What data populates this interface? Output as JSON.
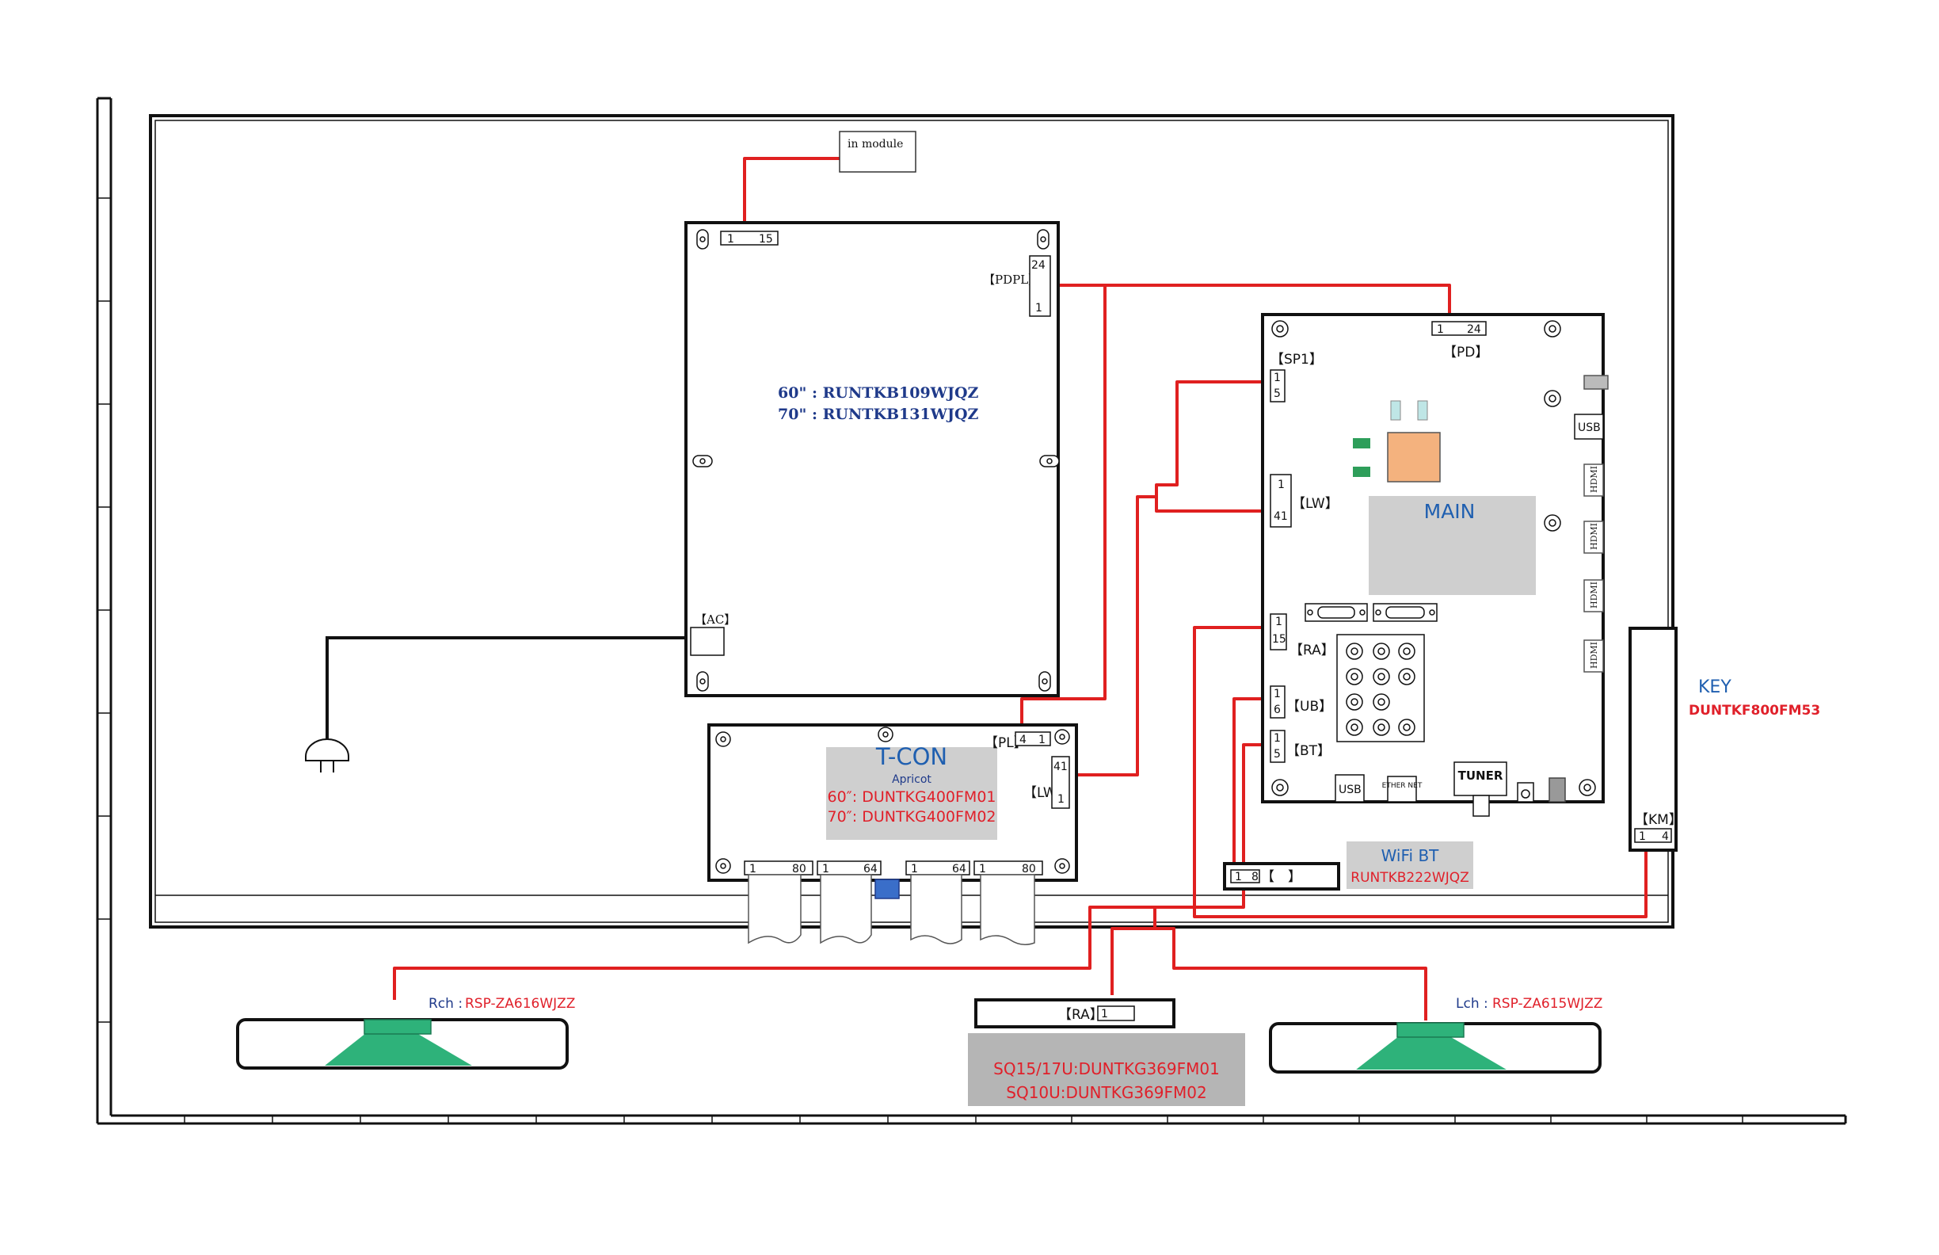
{
  "colors": {
    "wire": "#e02020",
    "black_wire": "#111111",
    "blue_text": "#1f3a8a",
    "red_text": "#e0202a",
    "gray_box": "#cfcfcf",
    "green": "#3cb371",
    "orange": "#f4b27e",
    "cyan": "#bfe6e6"
  },
  "in_module": {
    "label": "in module",
    "pins": [
      "1",
      "15"
    ]
  },
  "power_board": {
    "part_60": "60\" : RUNTKB109WJQZ",
    "part_70": "70\" : RUNTKB131WJQZ",
    "pdpl_label": "【PDPL】",
    "pdpl_pins": [
      "24",
      "1"
    ],
    "ac_label": "【AC】"
  },
  "tcon": {
    "title": "T-CON",
    "subtitle": "Apricot",
    "part_60": "60″: DUNTKG400FM01",
    "part_70": "70″: DUNTKG400FM02",
    "pl_label": "【PL】",
    "pl_pins": [
      "4",
      "1"
    ],
    "lw_label": "【LW】",
    "lw_pins": [
      "41",
      "1"
    ],
    "bottom_connectors": [
      {
        "pin_a": "1",
        "pin_b": "80"
      },
      {
        "pin_a": "1",
        "pin_b": "64"
      },
      {
        "pin_a": "1",
        "pin_b": "64"
      },
      {
        "pin_a": "1",
        "pin_b": "80"
      }
    ]
  },
  "main": {
    "title": "MAIN",
    "pd_label": "【PD】",
    "pd_pins": [
      "1",
      "24"
    ],
    "sp1_label": "【SP1】",
    "sp1_pins": [
      "1",
      "5"
    ],
    "lw_label": "【LW】",
    "lw_pins": [
      "1",
      "41"
    ],
    "ra_label": "【RA】",
    "ra_pins": [
      "1",
      "15"
    ],
    "ub_label": "【UB】",
    "ub_pins": [
      "1",
      "6"
    ],
    "bt_label": "【BT】",
    "bt_pins": [
      "1",
      "5"
    ],
    "usb_right": "USB",
    "hdmi": [
      "HDMI",
      "HDMI",
      "HDMI",
      "HDMI"
    ],
    "usb_bottom": "USB",
    "ethernet": "ETHER NET",
    "tuner": "TUNER"
  },
  "wifi": {
    "title": "WiFi  BT",
    "part": "RUNTKB222WJQZ",
    "conn_pins": [
      "1",
      "8"
    ],
    "conn_label": "【　】"
  },
  "key": {
    "title": "KEY",
    "part": "DUNTKF800FM53",
    "km_label": "【KM】",
    "km_pins": [
      "1",
      "4"
    ]
  },
  "rch": {
    "prefix": "Rch :",
    "part": "RSP-ZA616WJZZ"
  },
  "lch": {
    "prefix": "Lch :",
    "part": "RSP-ZA615WJZZ"
  },
  "ra_board": {
    "label": "【RA】",
    "pin": "1",
    "line1": "SQ15/17U:DUNTKG369FM01",
    "line2": "SQ10U:DUNTKG369FM02"
  }
}
